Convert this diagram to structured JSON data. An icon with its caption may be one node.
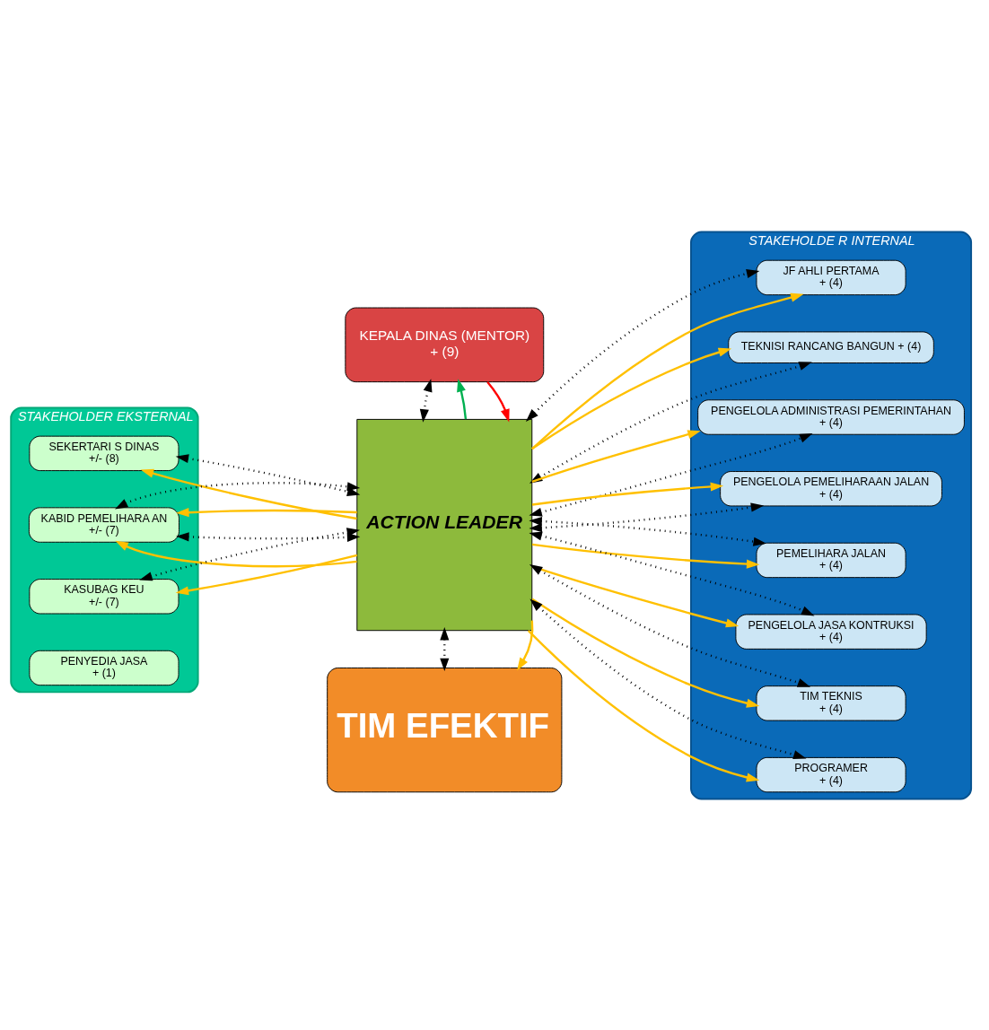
{
  "diagram": {
    "nodes": [
      {
        "text": [
          "KEPALA DINAS (MENTOR)",
          "+ (9)"
        ]
      },
      {
        "text": [
          "STAKEHOLDER EKSTERNAL"
        ]
      },
      {
        "text": [
          "SEKERTARI S DINAS",
          "+/- (8)"
        ],
        "in": 1
      },
      {
        "text": [
          "KABID PEMELIHARA AN",
          "+/- (7)"
        ],
        "in": 1
      },
      {
        "text": [
          "KASUBAG KEU",
          "+/- (7)"
        ],
        "in": 1
      },
      {
        "text": [
          "PENYEDIA JASA",
          "+ (1)"
        ],
        "in": 1
      },
      {
        "text": [
          "ACTION LEADER"
        ]
      },
      {
        "text": [
          "STAKEHOLDE R INTERNAL"
        ]
      },
      {
        "text": [
          "JF AHLI PERTAMA",
          "+ (4)"
        ],
        "in": 7
      },
      {
        "text": [
          "TEKNISI RANCANG BANGUN + (4)"
        ],
        "in": 7
      },
      {
        "text": [
          "PENGELOLA ADMINISTRASI PEMERINTAHAN",
          "+ (4)"
        ],
        "in": 7
      },
      {
        "text": [
          "PENGELOLA PEMELIHARAAN JALAN",
          "+ (4)"
        ],
        "in": 7
      },
      {
        "text": [
          "PEMELIHARA JALAN",
          "+ (4)"
        ],
        "in": 7
      },
      {
        "text": [
          "PENGELOLA JASA KONTRUKSI",
          "+ (4)"
        ],
        "in": 7
      },
      {
        "text": [
          "TIM TEKNIS",
          "+ (4)"
        ],
        "in": 7
      },
      {
        "text": [
          "PROGRAMER",
          "+ (4)"
        ],
        "in": 7
      },
      {
        "text": [
          "TIM EFEKTIF"
        ]
      }
    ],
    "edges": [
      {
        "from": 0,
        "to": 6,
        "arrow": "to",
        "color": "#ff0000"
      },
      {
        "from": 6,
        "to": 0,
        "arrow": "to",
        "color": "#00b050"
      },
      {
        "from": 0,
        "to": 6,
        "arrow": "both",
        "style": "dashed"
      },
      {
        "from": 6,
        "to": 2,
        "arrow": "to",
        "color": "#ffc000"
      },
      {
        "from": 6,
        "to": 2,
        "arrow": "both",
        "style": "dashed"
      },
      {
        "from": 6,
        "to": 3,
        "arrow": "to",
        "color": "#ffc000"
      },
      {
        "from": 6,
        "to": 3,
        "arrow": "both",
        "style": "dashed"
      },
      {
        "from": 6,
        "to": 3,
        "arrow": "to",
        "color": "#ffc000"
      },
      {
        "from": 6,
        "to": 3,
        "arrow": "both",
        "style": "dashed"
      },
      {
        "from": 6,
        "to": 4,
        "arrow": "to",
        "color": "#ffc000"
      },
      {
        "from": 6,
        "to": 4,
        "arrow": "both",
        "style": "dashed"
      },
      {
        "from": 6,
        "to": 8,
        "arrow": "to",
        "color": "#ffc000"
      },
      {
        "from": 6,
        "to": 8,
        "arrow": "both",
        "style": "dashed"
      },
      {
        "from": 6,
        "to": 9,
        "arrow": "both",
        "style": "dashed"
      },
      {
        "from": 6,
        "to": 9,
        "arrow": "to",
        "color": "#ffc000"
      },
      {
        "from": 6,
        "to": 10,
        "arrow": "both",
        "style": "dashed"
      },
      {
        "from": 6,
        "to": 10,
        "arrow": "to",
        "color": "#ffc000"
      },
      {
        "from": 6,
        "to": 11,
        "arrow": "both",
        "style": "dashed"
      },
      {
        "from": 6,
        "to": 11,
        "arrow": "to",
        "color": "#ffc000"
      },
      {
        "from": 6,
        "to": 12,
        "arrow": "to",
        "color": "#ffc000"
      },
      {
        "from": 6,
        "to": 12,
        "arrow": "both",
        "style": "dashed"
      },
      {
        "from": 6,
        "to": 13,
        "arrow": "to",
        "color": "#ffc000"
      },
      {
        "from": 6,
        "to": 13,
        "arrow": "both",
        "style": "dashed"
      },
      {
        "from": 6,
        "to": 14,
        "arrow": "to",
        "color": "#ffc000"
      },
      {
        "from": 6,
        "to": 14,
        "arrow": "both",
        "style": "dashed"
      },
      {
        "from": 6,
        "to": 15,
        "arrow": "to",
        "color": "#ffc000"
      },
      {
        "from": 6,
        "to": 15,
        "arrow": "both",
        "style": "dashed"
      },
      {
        "from": 6,
        "to": 16,
        "arrow": "to",
        "color": "#ffc000"
      },
      {
        "from": 6,
        "to": 16,
        "arrow": "both",
        "style": "dashed"
      }
    ]
  }
}
